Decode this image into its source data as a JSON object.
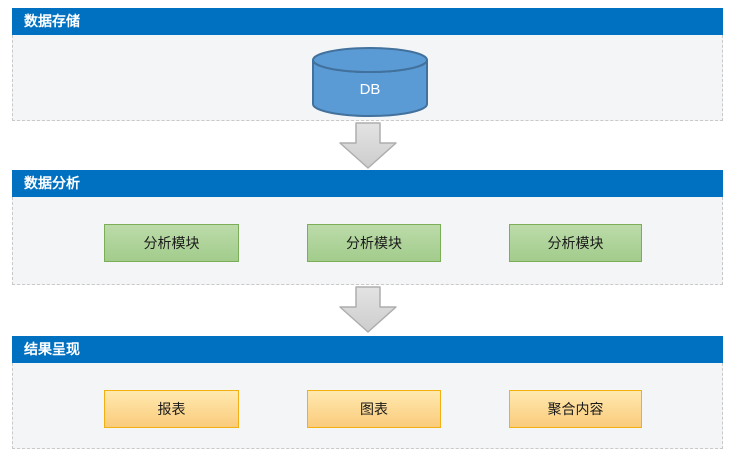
{
  "diagram": {
    "sections": [
      {
        "id": "storage",
        "title": "数据存储"
      },
      {
        "id": "analysis",
        "title": "数据分析",
        "modules": [
          "分析模块",
          "分析模块",
          "分析模块"
        ]
      },
      {
        "id": "results",
        "title": "结果呈现",
        "outputs": [
          "报表",
          "图表",
          "聚合内容"
        ]
      }
    ],
    "database_label": "DB",
    "colors": {
      "section_header": "#0070C0",
      "panel_background": "#F4F5F7",
      "panel_border": "#C9C9C9",
      "db_cylinder_fill": "#5B9BD5",
      "db_cylinder_stroke": "#41719C",
      "analysis_box_fill_top": "#BCDBA9",
      "analysis_box_fill_bottom": "#A2CC8C",
      "analysis_box_border": "#7CAE58",
      "result_box_fill_top": "#FFE9AF",
      "result_box_fill_bottom": "#FACB7C",
      "result_box_border": "#F2B011",
      "arrow_fill_top": "#E3E3E3",
      "arrow_fill_bottom": "#CDCDCD",
      "arrow_stroke": "#AEAEAE"
    }
  }
}
